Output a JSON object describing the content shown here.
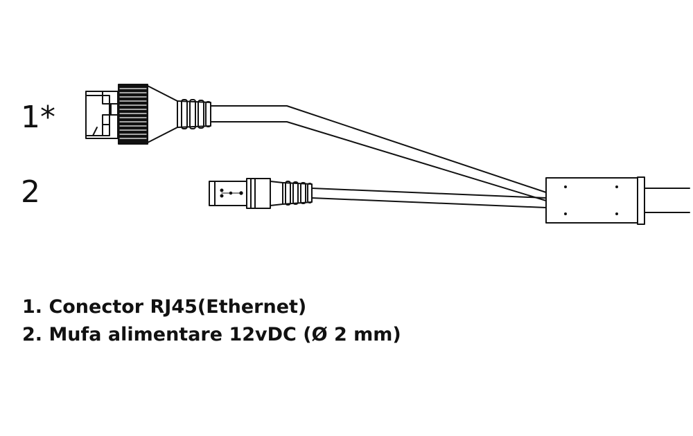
{
  "labels": {
    "connector1": "1*",
    "connector2": "2"
  },
  "legend": {
    "item1": "1. Conector RJ45(Ethernet)",
    "item2": "2. Mufa alimentare 12vDC (Ø 2 mm)"
  },
  "colors": {
    "line": "#111111",
    "background": "#ffffff"
  }
}
